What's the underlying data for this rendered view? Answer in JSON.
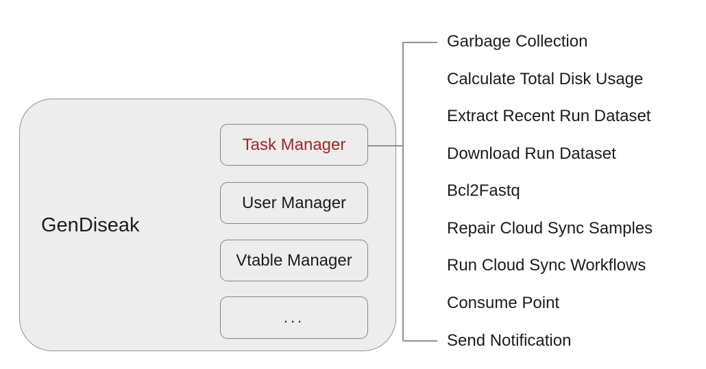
{
  "diagram": {
    "system": {
      "label": "GenDiseak",
      "modules": [
        {
          "label": "Task Manager",
          "highlighted": true
        },
        {
          "label": "User Manager",
          "highlighted": false
        },
        {
          "label": "Vtable Manager",
          "highlighted": false
        },
        {
          "label": "...",
          "highlighted": false
        }
      ]
    },
    "tasks": [
      "Garbage Collection",
      "Calculate Total Disk Usage",
      "Extract Recent Run Dataset",
      "Download Run Dataset",
      "Bcl2Fastq",
      "Repair Cloud Sync Samples",
      "Run Cloud Sync Workflows",
      "Consume Point",
      "Send Notification"
    ],
    "colors": {
      "highlight_text": "#9e2826",
      "box_fill": "#ededed",
      "box_border": "#828282",
      "outer_border": "#919191",
      "connector_line": "#8f8f8f",
      "text": "#1c1c1c",
      "background": "#ffffff"
    }
  }
}
